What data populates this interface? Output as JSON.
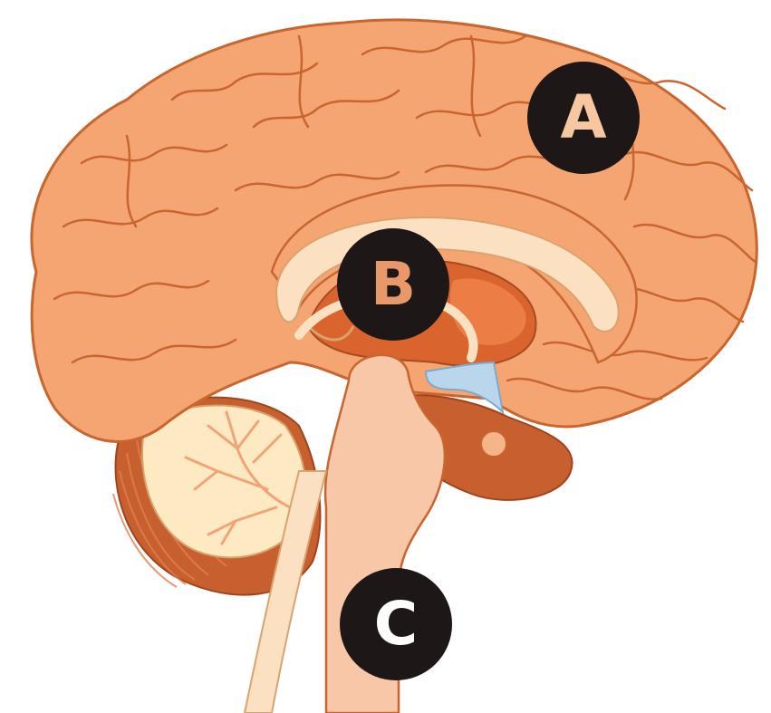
{
  "labels": {
    "a": "A",
    "b": "B",
    "c": "C"
  },
  "colors": {
    "cortex": "#f4a571",
    "cortex_outline": "#c9652f",
    "deep_structures": "#d9642e",
    "white_matter": "#fbe0c1",
    "cerebellum_cortex": "#c85f2e",
    "cerebellum_white": "#fde9c2",
    "ventricle": "#b9d6ec",
    "callout_bg": "#1e1717",
    "label_a": "#f6c7a0",
    "label_b": "#e9986a",
    "label_c": "#ffffff"
  }
}
